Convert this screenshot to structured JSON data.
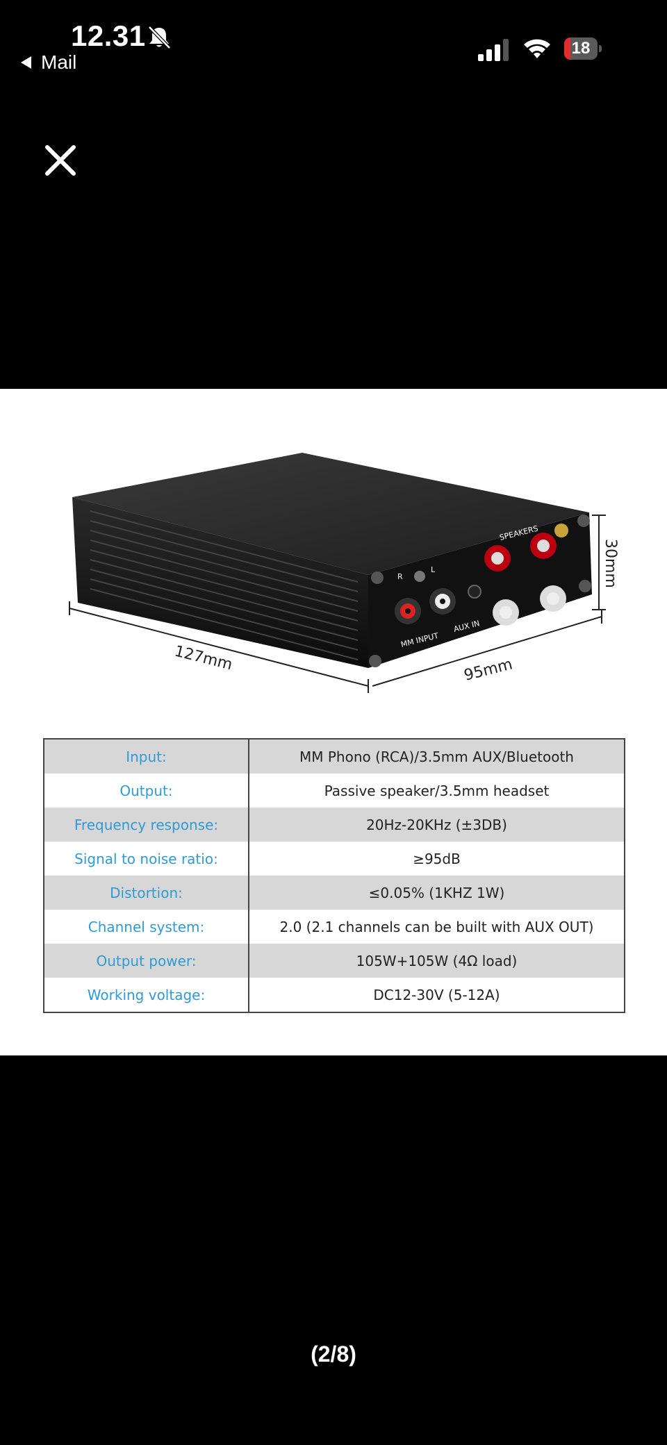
{
  "status_bar": {
    "time": "12.31",
    "back_label": "Mail",
    "battery_level": "18"
  },
  "viewer": {
    "close_icon": "close-icon",
    "pager": "(2/8)"
  },
  "image": {
    "dimensions": {
      "length": "127mm",
      "width": "95mm",
      "height": "30mm"
    },
    "panel_labels": {
      "r": "R",
      "l": "L",
      "mm_input": "MM INPUT",
      "aux_in": "AUX IN",
      "speakers": "SPEAKERS"
    },
    "specs": [
      {
        "label": "Input:",
        "value": "MM Phono (RCA)/3.5mm AUX/Bluetooth"
      },
      {
        "label": "Output:",
        "value": "Passive speaker/3.5mm headset"
      },
      {
        "label": "Frequency response:",
        "value": "20Hz-20KHz (±3DB)"
      },
      {
        "label": "Signal to noise ratio:",
        "value": "≥95dB"
      },
      {
        "label": "Distortion:",
        "value": "≤0.05% (1KHZ 1W)"
      },
      {
        "label": "Channel system:",
        "value": "2.0 (2.1 channels can be built with AUX OUT)"
      },
      {
        "label": "Output power:",
        "value": "105W+105W (4Ω load)"
      },
      {
        "label": "Working voltage:",
        "value": "DC12-30V (5-12A)"
      }
    ]
  },
  "colors": {
    "label_blue": "#2f9ad6",
    "battery_red": "#e32c2c"
  }
}
